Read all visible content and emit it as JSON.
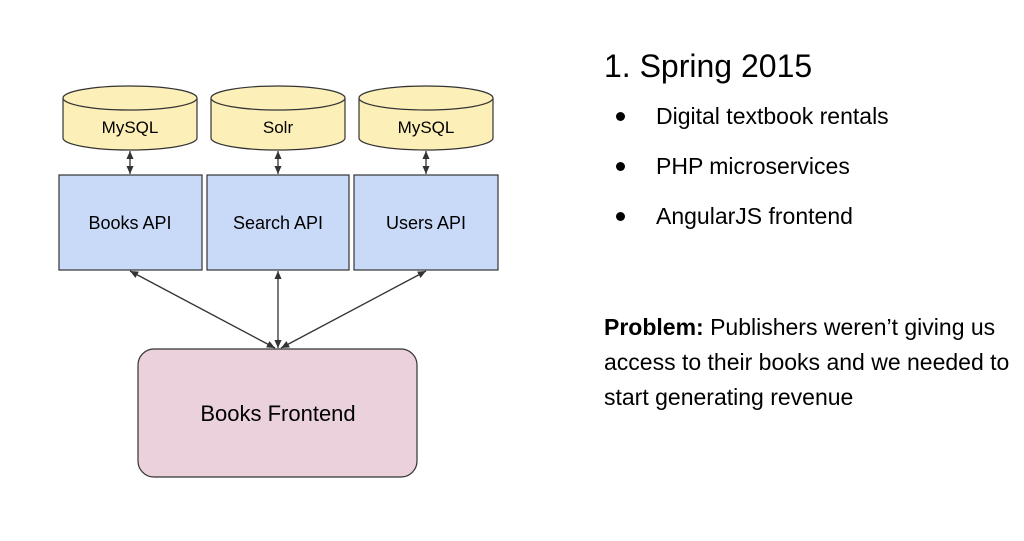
{
  "diagram": {
    "databases": [
      {
        "label": "MySQL"
      },
      {
        "label": "Solr"
      },
      {
        "label": "MySQL"
      }
    ],
    "services": [
      {
        "label": "Books API"
      },
      {
        "label": "Search API"
      },
      {
        "label": "Users API"
      }
    ],
    "frontend": {
      "label": "Books Frontend"
    },
    "colors": {
      "database_fill": "#fdefb8",
      "service_fill": "#c9daf8",
      "frontend_fill": "#ead1dc",
      "stroke": "#333333"
    }
  },
  "slide": {
    "heading": "1. Spring 2015",
    "bullets": [
      "Digital textbook rentals",
      "PHP microservices",
      "AngularJS frontend"
    ],
    "problem_label": "Problem:",
    "problem_text": " Publishers weren’t giving us access to their books and we needed to start generating revenue"
  }
}
